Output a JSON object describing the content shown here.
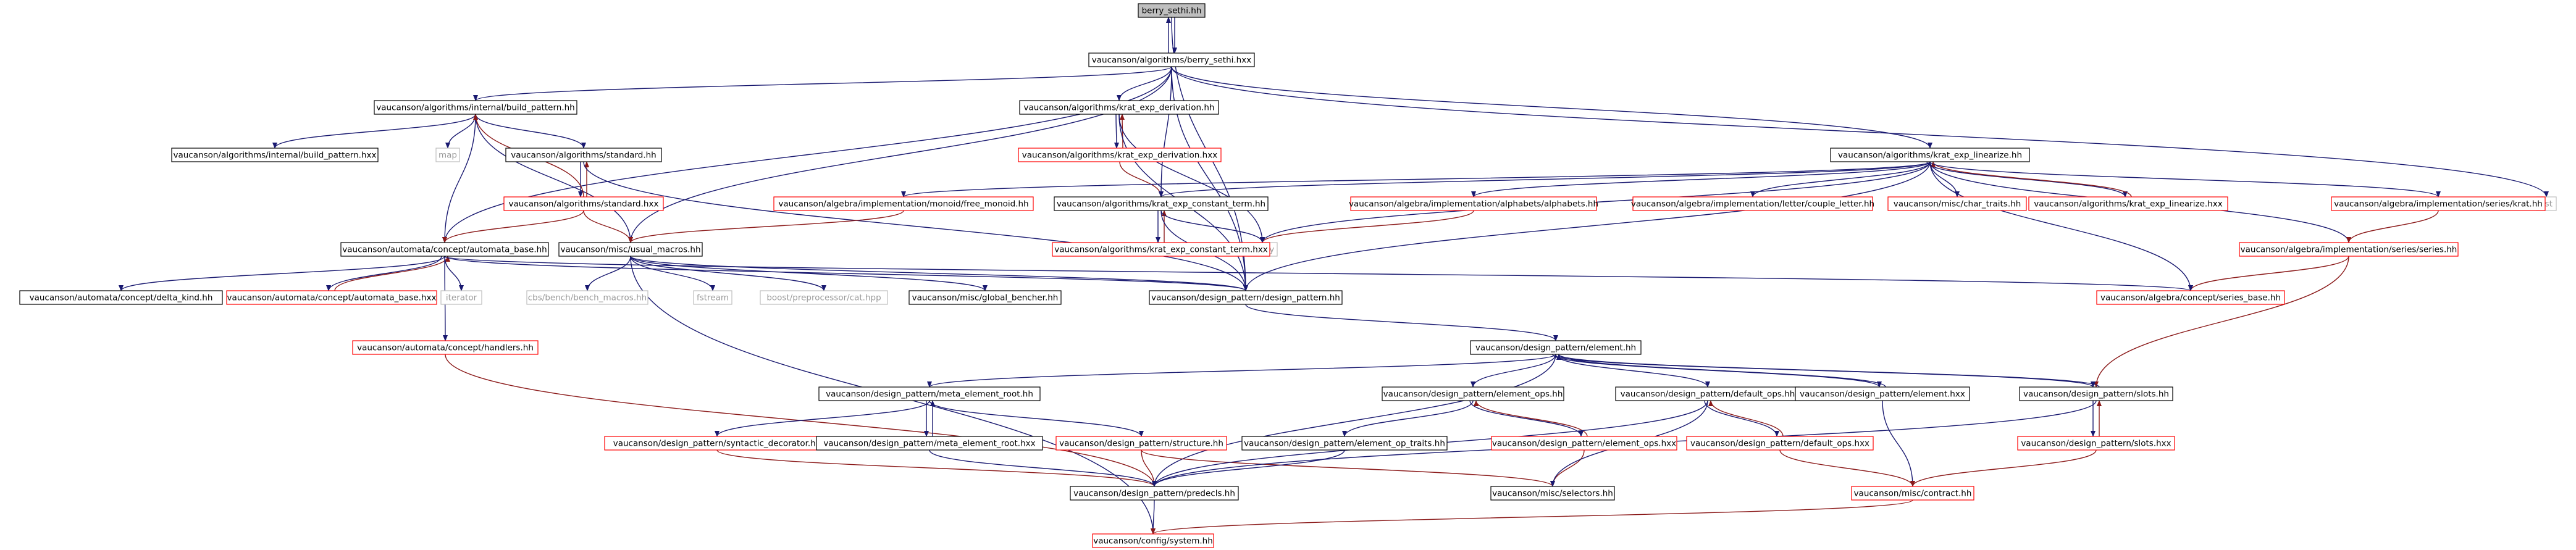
{
  "colors": {
    "edge": "#191970",
    "edge_red": "#8b1a1a",
    "box_black": "#000000",
    "box_red": "#ff0000",
    "box_gray": "#bfbfbf",
    "root_fill": "#bfbfbf",
    "text": "#000000",
    "text_gray": "#9a9a9a"
  },
  "nodes": {
    "n_root": {
      "label": "berry_sethi.hh",
      "style": "root"
    },
    "n_bs_hxx": {
      "label": "vaucanson/algorithms/berry_sethi.hxx",
      "style": "black"
    },
    "n_build_pattern_hh": {
      "label": "vaucanson/algorithms/internal/build_pattern.hh",
      "style": "black"
    },
    "n_krat_exp_derivation_hh": {
      "label": "vaucanson/algorithms/krat_exp_derivation.hh",
      "style": "black"
    },
    "n_krat_exp_linearize_hh": {
      "label": "vaucanson/algorithms/krat_exp_linearize.hh",
      "style": "black"
    },
    "n_list": {
      "label": "list",
      "style": "gray"
    },
    "n_build_pattern_hxx": {
      "label": "vaucanson/algorithms/internal/build_pattern.hxx",
      "style": "black"
    },
    "n_map": {
      "label": "map",
      "style": "gray"
    },
    "n_standard_hh": {
      "label": "vaucanson/algorithms/standard.hh",
      "style": "black"
    },
    "n_krat_exp_derivation_hxx": {
      "label": "vaucanson/algorithms/krat_exp_derivation.hxx",
      "style": "red"
    },
    "n_free_monoid": {
      "label": "vaucanson/algebra/implementation/monoid/free_monoid.hh",
      "style": "red"
    },
    "n_constant_term_hh": {
      "label": "vaucanson/algorithms/krat_exp_constant_term.hh",
      "style": "black"
    },
    "n_alphabets": {
      "label": "vaucanson/algebra/implementation/alphabets/alphabets.hh",
      "style": "red"
    },
    "n_couple_letter": {
      "label": "vaucanson/algebra/implementation/letter/couple_letter.hh",
      "style": "red"
    },
    "n_char_traits": {
      "label": "vaucanson/misc/char_traits.hh",
      "style": "red"
    },
    "n_linearize_hxx": {
      "label": "vaucanson/algorithms/krat_exp_linearize.hxx",
      "style": "red"
    },
    "n_krat_hh": {
      "label": "vaucanson/algebra/implementation/series/krat.hh",
      "style": "red"
    },
    "n_standard_hxx": {
      "label": "vaucanson/algorithms/standard.hxx",
      "style": "red"
    },
    "n_series_hh": {
      "label": "vaucanson/algebra/implementation/series/series.hh",
      "style": "red"
    },
    "n_utility": {
      "label": "utility",
      "style": "gray"
    },
    "n_constant_term_hxx": {
      "label": "vaucanson/algorithms/krat_exp_constant_term.hxx",
      "style": "red"
    },
    "n_automata_base_hh": {
      "label": "vaucanson/automata/concept/automata_base.hh",
      "style": "black"
    },
    "n_usual_macros": {
      "label": "vaucanson/misc/usual_macros.hh",
      "style": "black"
    },
    "n_design_pattern_hh": {
      "label": "vaucanson/design_pattern/design_pattern.hh",
      "style": "black"
    },
    "n_series_base": {
      "label": "vaucanson/algebra/concept/series_base.hh",
      "style": "red"
    },
    "n_delta_kind": {
      "label": "vaucanson/automata/concept/delta_kind.hh",
      "style": "black"
    },
    "n_automata_base_hxx": {
      "label": "vaucanson/automata/concept/automata_base.hxx",
      "style": "red"
    },
    "n_iterator": {
      "label": "iterator",
      "style": "gray"
    },
    "n_bench_macros": {
      "label": "cbs/bench/bench_macros.hh",
      "style": "gray"
    },
    "n_fstream": {
      "label": "fstream",
      "style": "gray"
    },
    "n_boost_cat": {
      "label": "boost/preprocessor/cat.hpp",
      "style": "gray"
    },
    "n_global_bencher": {
      "label": "vaucanson/misc/global_bencher.hh",
      "style": "black"
    },
    "n_handlers": {
      "label": "vaucanson/automata/concept/handlers.hh",
      "style": "red"
    },
    "n_element_hh": {
      "label": "vaucanson/design_pattern/element.hh",
      "style": "black"
    },
    "n_meta_element_root_hh": {
      "label": "vaucanson/design_pattern/meta_element_root.hh",
      "style": "black"
    },
    "n_element_ops_hh": {
      "label": "vaucanson/design_pattern/element_ops.hh",
      "style": "black"
    },
    "n_default_ops_hh": {
      "label": "vaucanson/design_pattern/default_ops.hh",
      "style": "black"
    },
    "n_element_hxx": {
      "label": "vaucanson/design_pattern/element.hxx",
      "style": "black"
    },
    "n_slots_hh": {
      "label": "vaucanson/design_pattern/slots.hh",
      "style": "black"
    },
    "n_syntactic_decorator": {
      "label": "vaucanson/design_pattern/syntactic_decorator.hh",
      "style": "red"
    },
    "n_meta_element_root_hxx": {
      "label": "vaucanson/design_pattern/meta_element_root.hxx",
      "style": "black"
    },
    "n_structure_hh": {
      "label": "vaucanson/design_pattern/structure.hh",
      "style": "red"
    },
    "n_element_op_traits": {
      "label": "vaucanson/design_pattern/element_op_traits.hh",
      "style": "black"
    },
    "n_element_ops_hxx": {
      "label": "vaucanson/design_pattern/element_ops.hxx",
      "style": "red"
    },
    "n_default_ops_hxx": {
      "label": "vaucanson/design_pattern/default_ops.hxx",
      "style": "red"
    },
    "n_slots_hxx": {
      "label": "vaucanson/design_pattern/slots.hxx",
      "style": "red"
    },
    "n_predecls": {
      "label": "vaucanson/design_pattern/predecls.hh",
      "style": "black"
    },
    "n_selectors": {
      "label": "vaucanson/misc/selectors.hh",
      "style": "black"
    },
    "n_contract": {
      "label": "vaucanson/misc/contract.hh",
      "style": "red"
    },
    "n_config_system": {
      "label": "vaucanson/config/system.hh",
      "style": "red"
    }
  },
  "edges": [
    [
      "n_root",
      "n_bs_hxx"
    ],
    [
      "n_bs_hxx",
      "n_root"
    ],
    [
      "n_root",
      "n_design_pattern_hh"
    ],
    [
      "n_bs_hxx",
      "n_build_pattern_hh"
    ],
    [
      "n_bs_hxx",
      "n_krat_exp_derivation_hh"
    ],
    [
      "n_bs_hxx",
      "n_krat_exp_linearize_hh"
    ],
    [
      "n_bs_hxx",
      "n_list"
    ],
    [
      "n_bs_hxx",
      "n_automata_base_hh"
    ],
    [
      "n_bs_hxx",
      "n_usual_macros"
    ],
    [
      "n_bs_hxx",
      "n_constant_term_hh"
    ],
    [
      "n_bs_hxx",
      "n_design_pattern_hh"
    ],
    [
      "n_build_pattern_hh",
      "n_build_pattern_hxx"
    ],
    [
      "n_build_pattern_hh",
      "n_map"
    ],
    [
      "n_build_pattern_hh",
      "n_standard_hh"
    ],
    [
      "n_build_pattern_hh",
      "n_automata_base_hh"
    ],
    [
      "n_build_pattern_hh",
      "n_usual_macros"
    ],
    [
      "n_standard_hh",
      "n_standard_hxx"
    ],
    [
      "n_standard_hxx",
      "n_standard_hh"
    ],
    [
      "n_standard_hxx",
      "n_build_pattern_hh"
    ],
    [
      "n_standard_hxx",
      "n_automata_base_hh"
    ],
    [
      "n_standard_hxx",
      "n_usual_macros"
    ],
    [
      "n_standard_hh",
      "n_design_pattern_hh"
    ],
    [
      "n_krat_exp_derivation_hh",
      "n_krat_exp_derivation_hxx"
    ],
    [
      "n_krat_exp_derivation_hxx",
      "n_krat_exp_derivation_hh"
    ],
    [
      "n_krat_exp_derivation_hh",
      "n_utility"
    ],
    [
      "n_krat_exp_derivation_hh",
      "n_design_pattern_hh"
    ],
    [
      "n_krat_exp_derivation_hxx",
      "n_constant_term_hh"
    ],
    [
      "n_krat_exp_linearize_hh",
      "n_free_monoid"
    ],
    [
      "n_krat_exp_linearize_hh",
      "n_constant_term_hh"
    ],
    [
      "n_krat_exp_linearize_hh",
      "n_alphabets"
    ],
    [
      "n_krat_exp_linearize_hh",
      "n_couple_letter"
    ],
    [
      "n_krat_exp_linearize_hh",
      "n_char_traits"
    ],
    [
      "n_krat_exp_linearize_hh",
      "n_linearize_hxx"
    ],
    [
      "n_linearize_hxx",
      "n_krat_exp_linearize_hh"
    ],
    [
      "n_krat_exp_linearize_hh",
      "n_krat_hh"
    ],
    [
      "n_krat_exp_linearize_hh",
      "n_series_hh"
    ],
    [
      "n_krat_exp_linearize_hh",
      "n_utility"
    ],
    [
      "n_krat_exp_linearize_hh",
      "n_series_base"
    ],
    [
      "n_krat_exp_linearize_hh",
      "n_design_pattern_hh"
    ],
    [
      "n_krat_hh",
      "n_series_hh"
    ],
    [
      "n_krat_hh",
      "n_list"
    ],
    [
      "n_series_hh",
      "n_series_base"
    ],
    [
      "n_series_hh",
      "n_slots_hh"
    ],
    [
      "n_alphabets",
      "n_utility"
    ],
    [
      "n_free_monoid",
      "n_usual_macros"
    ],
    [
      "n_constant_term_hh",
      "n_constant_term_hxx"
    ],
    [
      "n_constant_term_hxx",
      "n_constant_term_hh"
    ],
    [
      "n_constant_term_hh",
      "n_utility"
    ],
    [
      "n_constant_term_hh",
      "n_design_pattern_hh"
    ],
    [
      "n_automata_base_hh",
      "n_delta_kind"
    ],
    [
      "n_automata_base_hh",
      "n_automata_base_hxx"
    ],
    [
      "n_automata_base_hxx",
      "n_automata_base_hh"
    ],
    [
      "n_automata_base_hh",
      "n_iterator"
    ],
    [
      "n_automata_base_hh",
      "n_handlers"
    ],
    [
      "n_automata_base_hh",
      "n_design_pattern_hh"
    ],
    [
      "n_automata_base_hh",
      "n_series_base"
    ],
    [
      "n_usual_macros",
      "n_bench_macros"
    ],
    [
      "n_usual_macros",
      "n_fstream"
    ],
    [
      "n_usual_macros",
      "n_boost_cat"
    ],
    [
      "n_usual_macros",
      "n_global_bencher"
    ],
    [
      "n_usual_macros",
      "n_config_system"
    ],
    [
      "n_usual_macros",
      "n_design_pattern_hh"
    ],
    [
      "n_handlers",
      "n_predecls"
    ],
    [
      "n_design_pattern_hh",
      "n_element_hh"
    ],
    [
      "n_element_hh",
      "n_meta_element_root_hh"
    ],
    [
      "n_element_hh",
      "n_element_ops_hh"
    ],
    [
      "n_element_hh",
      "n_default_ops_hh"
    ],
    [
      "n_element_hh",
      "n_element_hxx"
    ],
    [
      "n_element_hxx",
      "n_element_hh"
    ],
    [
      "n_element_hh",
      "n_slots_hh"
    ],
    [
      "n_slots_hh",
      "n_element_hh"
    ],
    [
      "n_element_hh",
      "n_predecls"
    ],
    [
      "n_meta_element_root_hh",
      "n_syntactic_decorator"
    ],
    [
      "n_meta_element_root_hh",
      "n_meta_element_root_hxx"
    ],
    [
      "n_meta_element_root_hxx",
      "n_meta_element_root_hh"
    ],
    [
      "n_meta_element_root_hh",
      "n_structure_hh"
    ],
    [
      "n_syntactic_decorator",
      "n_predecls"
    ],
    [
      "n_meta_element_root_hxx",
      "n_predecls"
    ],
    [
      "n_structure_hh",
      "n_predecls"
    ],
    [
      "n_structure_hh",
      "n_selectors"
    ],
    [
      "n_element_ops_hh",
      "n_element_op_traits"
    ],
    [
      "n_element_ops_hh",
      "n_element_ops_hxx"
    ],
    [
      "n_element_ops_hxx",
      "n_element_ops_hh"
    ],
    [
      "n_element_op_traits",
      "n_predecls"
    ],
    [
      "n_element_ops_hxx",
      "n_selectors"
    ],
    [
      "n_default_ops_hh",
      "n_default_ops_hxx"
    ],
    [
      "n_default_ops_hxx",
      "n_default_ops_hh"
    ],
    [
      "n_default_ops_hh",
      "n_predecls"
    ],
    [
      "n_default_ops_hh",
      "n_selectors"
    ],
    [
      "n_default_ops_hxx",
      "n_contract"
    ],
    [
      "n_element_hxx",
      "n_contract"
    ],
    [
      "n_slots_hh",
      "n_slots_hxx"
    ],
    [
      "n_slots_hxx",
      "n_slots_hh"
    ],
    [
      "n_slots_hh",
      "n_predecls"
    ],
    [
      "n_slots_hxx",
      "n_contract"
    ],
    [
      "n_predecls",
      "n_config_system"
    ],
    [
      "n_contract",
      "n_config_system"
    ]
  ]
}
